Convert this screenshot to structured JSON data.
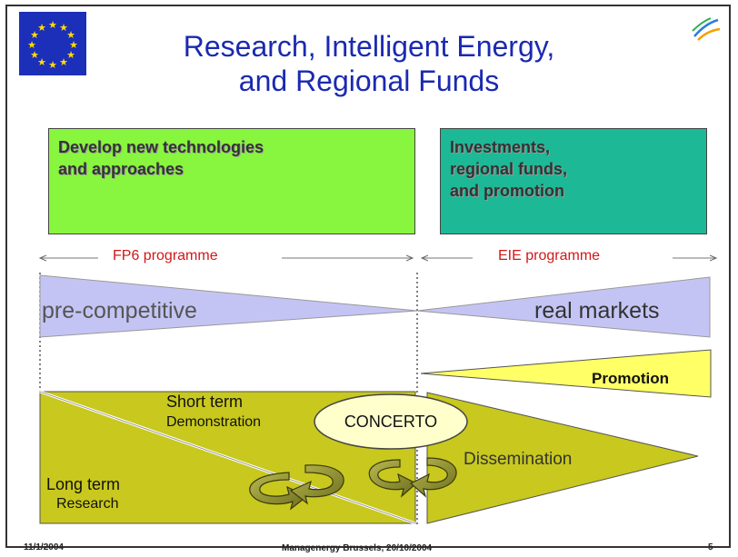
{
  "title": {
    "line1": "Research, Intelligent Energy,",
    "line2": "and Regional Funds"
  },
  "left_box": {
    "text": "Develop new technologies\nand approaches",
    "color": "#88f53e"
  },
  "right_box": {
    "text": "Investments,\nregional funds,\nand promotion",
    "color": "#1db896"
  },
  "programmes": {
    "fp6": "FP6 programme",
    "eie": "EIE programme"
  },
  "market": {
    "left": "pre-competitive",
    "right": "real markets"
  },
  "promotion": "Promotion",
  "left_shape": {
    "short_term": "Short term",
    "demonstration": "Demonstration",
    "long_term": "Long term",
    "research": "Research"
  },
  "concerto": "CONCERTO",
  "dissemination": "Dissemination",
  "footer": {
    "left": "11/1/2004",
    "center": "Managenergy  Brussels, 20/10/2004",
    "right": "5"
  },
  "colors": {
    "title": "#1a2ab0",
    "olive": "#c8c81e",
    "lavender": "#c4c4f4",
    "yellow": "#ffff66",
    "red": "#d01818"
  },
  "icons": [
    "eu-flag-icon",
    "managenergy-logo-icon"
  ]
}
